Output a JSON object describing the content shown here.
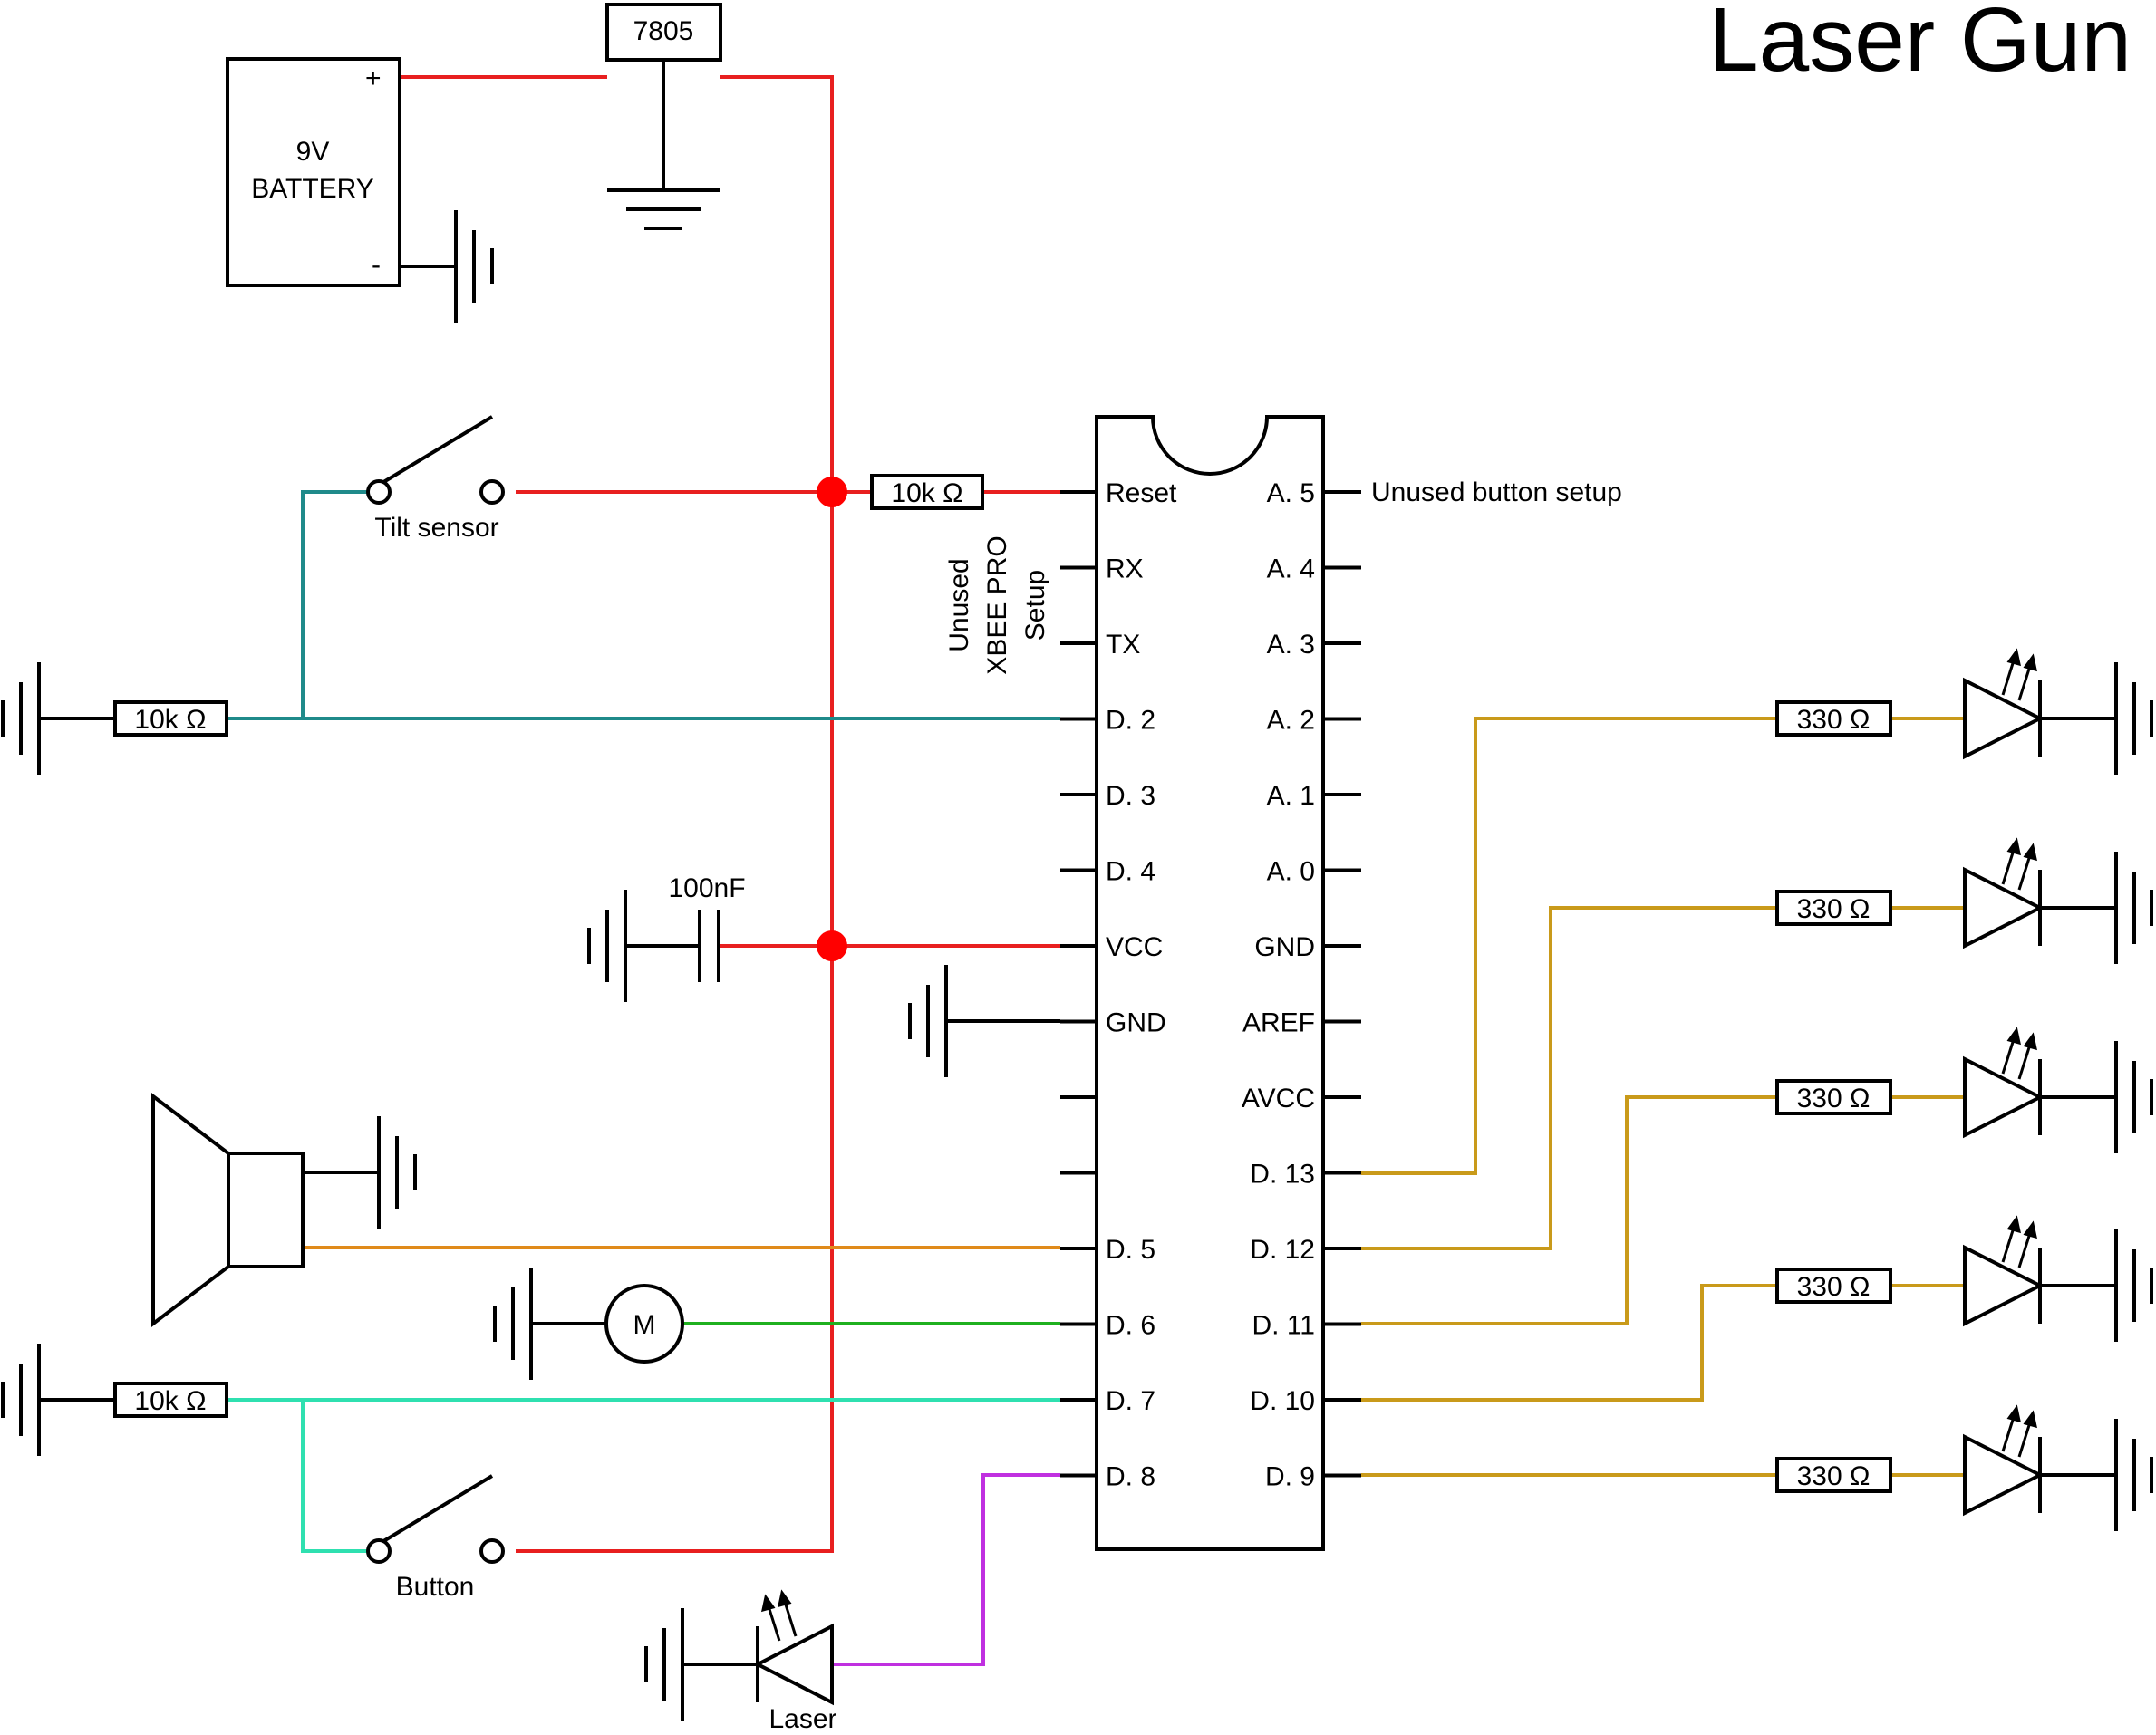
{
  "title": "Laser Gun",
  "colors": {
    "power": "#e81f1f",
    "tilt": "#1f8a8a",
    "d7": "#2fe0b0",
    "speaker": "#e08a1a",
    "motor": "#1fb01f",
    "laser": "#c030e0",
    "led": "#c99a1a",
    "black": "#000000",
    "junction": "#ff0000"
  },
  "regulator": {
    "label": "7805"
  },
  "battery": {
    "label_line1": "9V",
    "label_line2": "BATTERY",
    "plus": "+",
    "minus": "-"
  },
  "switches": {
    "tilt": "Tilt sensor",
    "button": "Button"
  },
  "resistors": {
    "reset": "10k Ω",
    "d2": "10k Ω",
    "d7": "10k Ω",
    "led": "330 Ω"
  },
  "capacitor": {
    "label": "100nF"
  },
  "motor": {
    "label": "M"
  },
  "laser": {
    "label": "Laser"
  },
  "mcu": {
    "left_pins": [
      "Reset",
      "RX",
      "TX",
      "D. 2",
      "D. 3",
      "D. 4",
      "VCC",
      "GND",
      "",
      "",
      "D. 5",
      "D. 6",
      "D. 7",
      "D. 8"
    ],
    "right_pins": [
      "A. 5",
      "A. 4",
      "A. 3",
      "A. 2",
      "A. 1",
      "A. 0",
      "GND",
      "AREF",
      "AVCC",
      "D. 13",
      "D. 12",
      "D. 11",
      "D. 10",
      "D. 9"
    ],
    "xbee_note": [
      "Unused",
      "XBEE PRO",
      "Setup"
    ],
    "a5_note": "Unused button setup"
  }
}
